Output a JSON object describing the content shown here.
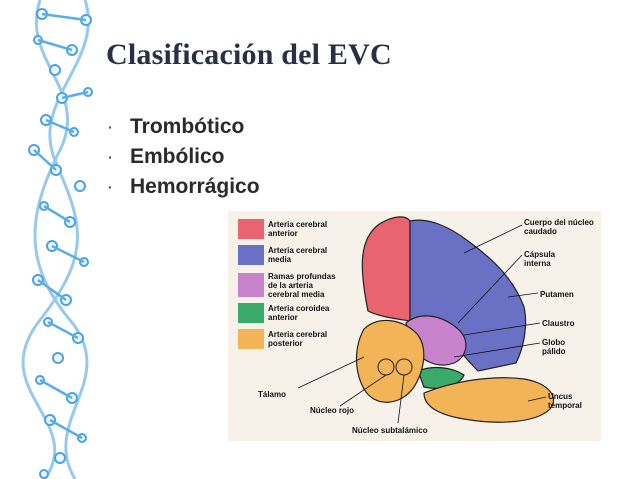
{
  "slide": {
    "title": "Clasificación del EVC",
    "bullets": [
      "Trombótico",
      "Embólico",
      "Hemorrágico"
    ]
  },
  "figure": {
    "legend": [
      {
        "line1": "Arteria cerebral",
        "line2": "anterior",
        "line3": "",
        "color": "#e8646e"
      },
      {
        "line1": "Arteria cerebral",
        "line2": "media",
        "line3": "",
        "color": "#6a71c4"
      },
      {
        "line1": "Ramas profundas",
        "line2": "de la arteria",
        "line3": "cerebral media",
        "color": "#c783cc"
      },
      {
        "line1": "Arteria coroidea",
        "line2": "anterior",
        "line3": "",
        "color": "#3aaa6a"
      },
      {
        "line1": "Arteria cerebral",
        "line2": "posterior",
        "line3": "",
        "color": "#f3b458"
      }
    ],
    "labels": {
      "cuerpo_nucleo_line1": "Cuerpo del núcleo",
      "cuerpo_nucleo_line2": "caudado",
      "capsula_line1": "Cápsula",
      "capsula_line2": "interna",
      "putamen": "Putamen",
      "claustro": "Claustro",
      "globo_line1": "Globo",
      "globo_line2": "pálido",
      "uncus_line1": "Uncus",
      "uncus_line2": "temporal",
      "talamo": "Tálamo",
      "nucleo_rojo": "Núcleo rojo",
      "nucleo_subtalamico": "Núcleo subtalámico"
    }
  },
  "colors": {
    "title": "#2a2f45",
    "dna_blue": "#3b9ae0",
    "anterior": "#e8646e",
    "media": "#6a71c4",
    "profundas": "#c783cc",
    "coroidea": "#3aaa6a",
    "posterior": "#f3b458"
  }
}
